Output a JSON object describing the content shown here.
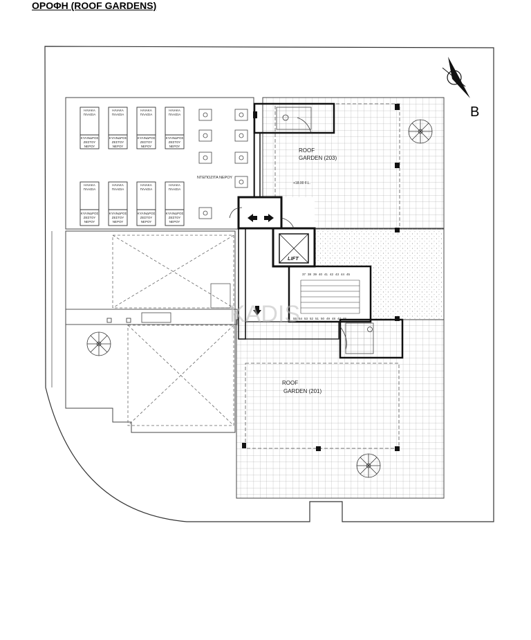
{
  "title": "ΟΡΟΦΗ (ROOF GARDENS)",
  "compass": {
    "label": "B"
  },
  "rooms": {
    "roof_garden_203": {
      "line1": "ROOF",
      "line2": "GARDEN (203)"
    },
    "roof_garden_201": {
      "line1": "ROOF",
      "line2": "GARDEN (201)"
    },
    "lift": "LIFT",
    "level_note": "+18.00 F.L."
  },
  "equipment": {
    "solar_panel": [
      "ΗΛΙΑΚΑ",
      "ΠΛΑΙΣΙΑ"
    ],
    "water_heater": [
      "ΚΥΛΙΝΔΡΟΣ",
      "ΖΕΣΤΟΥ",
      "ΝΕΡΟΥ"
    ],
    "water_tanks": "ΝΤΕΠΟΖΙΤΑ ΝΕΡΟΥ"
  },
  "stairs": {
    "upper_steps": [
      "37",
      "38",
      "39",
      "40",
      "41",
      "42",
      "43",
      "44",
      "45"
    ],
    "lower_steps": [
      "55",
      "54",
      "53",
      "52",
      "51",
      "50",
      "49",
      "48",
      "47",
      "46"
    ]
  },
  "watermark": "KADIS"
}
